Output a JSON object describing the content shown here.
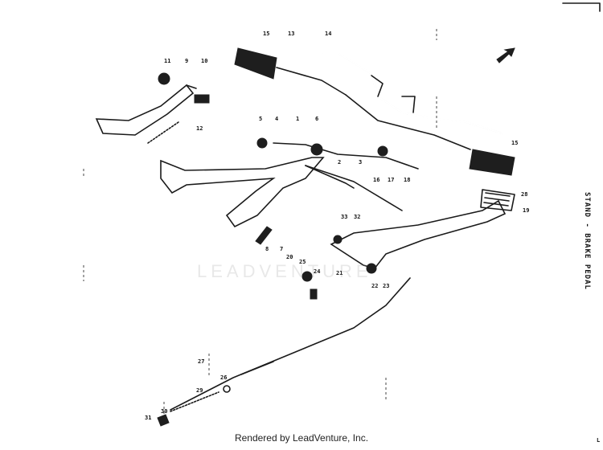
{
  "diagram": {
    "side_label": "STAND - BRAKE PEDAL",
    "watermark": "LEADVENTURE",
    "footer": "Rendered by LeadVenture, Inc.",
    "corner_mark": "L",
    "callouts": [
      "15",
      "13",
      "14",
      "11",
      "9",
      "10",
      "12",
      "5",
      "4",
      "1",
      "6",
      "2",
      "3",
      "16",
      "17",
      "18",
      "15",
      "28",
      "19",
      "33",
      "32",
      "8",
      "7",
      "20",
      "25",
      "24",
      "21",
      "22",
      "23",
      "27",
      "26",
      "29",
      "30",
      "31"
    ]
  }
}
